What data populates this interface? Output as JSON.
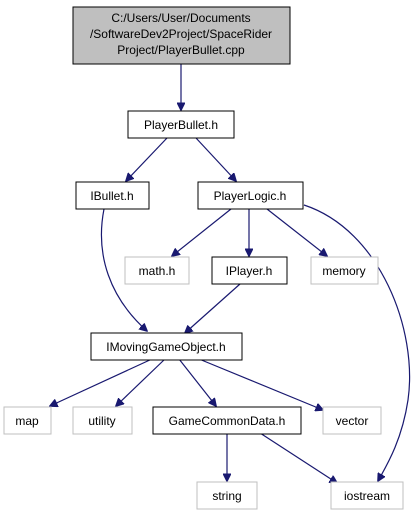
{
  "colors": {
    "root_fill": "#bfbfbf",
    "node_border": "#000000",
    "system_border": "#bfbfbf",
    "edge": "#191970"
  },
  "nodes": {
    "root": {
      "lines": [
        "C:/Users/User/Documents",
        "/SoftwareDev2Project/SpaceRider",
        "Project/PlayerBullet.cpp"
      ]
    },
    "playerbullet_h": {
      "label": "PlayerBullet.h"
    },
    "ibullet_h": {
      "label": "IBullet.h"
    },
    "playerlogic_h": {
      "label": "PlayerLogic.h"
    },
    "math_h": {
      "label": "math.h"
    },
    "iplayer_h": {
      "label": "IPlayer.h"
    },
    "memory": {
      "label": "memory"
    },
    "imovinggameobject_h": {
      "label": "IMovingGameObject.h"
    },
    "map": {
      "label": "map"
    },
    "utility": {
      "label": "utility"
    },
    "gamecommondata_h": {
      "label": "GameCommonData.h"
    },
    "vector": {
      "label": "vector"
    },
    "string": {
      "label": "string"
    },
    "iostream": {
      "label": "iostream"
    }
  }
}
